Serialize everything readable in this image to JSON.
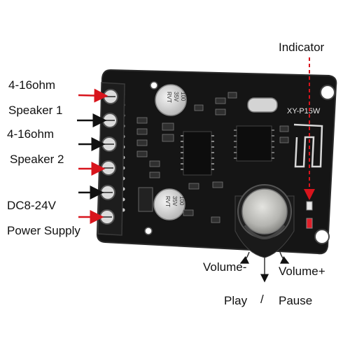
{
  "labels": {
    "indicator": "Indicator",
    "speaker1_ohm": "4-16ohm",
    "speaker1": "Speaker  1",
    "speaker2_ohm": "4-16ohm",
    "speaker2": "Speaker  2",
    "dc_voltage": "DC8-24V",
    "power_supply": "Power Supply",
    "volume_minus": "Volume-",
    "volume_plus": "Volume+",
    "play": "Play",
    "slash": "/",
    "pause": "Pause"
  },
  "board": {
    "model": "XY-P15W",
    "capacitor_top": [
      "100",
      "35V",
      "RVT"
    ],
    "capacitor_bottom": [
      "100",
      "35V",
      "RVT"
    ]
  },
  "colors": {
    "pcb": "#141414",
    "terminal_block": "#1b1b1b",
    "arrow_red": "#d8141c",
    "arrow_black": "#111111",
    "led_red": "#e0202a",
    "knob": "#b8b8b4"
  }
}
